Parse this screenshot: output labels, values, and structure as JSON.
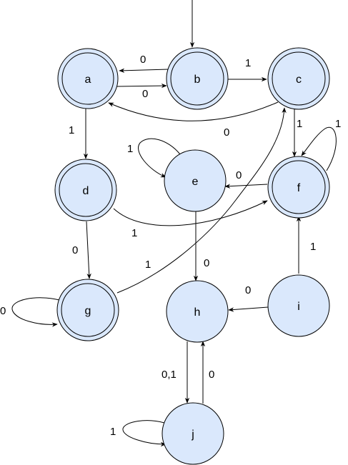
{
  "states": [
    {
      "id": "a",
      "label": "a",
      "accepting": true
    },
    {
      "id": "b",
      "label": "b",
      "accepting": true
    },
    {
      "id": "c",
      "label": "c",
      "accepting": true
    },
    {
      "id": "d",
      "label": "d",
      "accepting": true
    },
    {
      "id": "e",
      "label": "e",
      "accepting": false
    },
    {
      "id": "f",
      "label": "f",
      "accepting": true
    },
    {
      "id": "g",
      "label": "g",
      "accepting": true
    },
    {
      "id": "h",
      "label": "h",
      "accepting": false
    },
    {
      "id": "i",
      "label": "i",
      "accepting": false
    },
    {
      "id": "j",
      "label": "j",
      "accepting": false
    }
  ],
  "start_state": "b",
  "transitions": [
    {
      "from": "b",
      "to": "a",
      "symbol": "0"
    },
    {
      "from": "a",
      "to": "b",
      "symbol": "0"
    },
    {
      "from": "b",
      "to": "c",
      "symbol": "1"
    },
    {
      "from": "c",
      "to": "a",
      "symbol": "0"
    },
    {
      "from": "a",
      "to": "d",
      "symbol": "1"
    },
    {
      "from": "c",
      "to": "f",
      "symbol": "1"
    },
    {
      "from": "f",
      "to": "f",
      "symbol": "1"
    },
    {
      "from": "e",
      "to": "e",
      "symbol": "1"
    },
    {
      "from": "f",
      "to": "e",
      "symbol": "0"
    },
    {
      "from": "d",
      "to": "f",
      "symbol": "1"
    },
    {
      "from": "d",
      "to": "g",
      "symbol": "0"
    },
    {
      "from": "g",
      "to": "c",
      "symbol": "1"
    },
    {
      "from": "e",
      "to": "h",
      "symbol": "0"
    },
    {
      "from": "g",
      "to": "g",
      "symbol": "0"
    },
    {
      "from": "i",
      "to": "h",
      "symbol": "0"
    },
    {
      "from": "i",
      "to": "f",
      "symbol": "1"
    },
    {
      "from": "h",
      "to": "j",
      "symbol": "0,1"
    },
    {
      "from": "j",
      "to": "h",
      "symbol": "0"
    },
    {
      "from": "j",
      "to": "j",
      "symbol": "1"
    }
  ],
  "colors": {
    "state_fill": "#dae8fc",
    "stroke": "#000000",
    "background": "#ffffff"
  }
}
